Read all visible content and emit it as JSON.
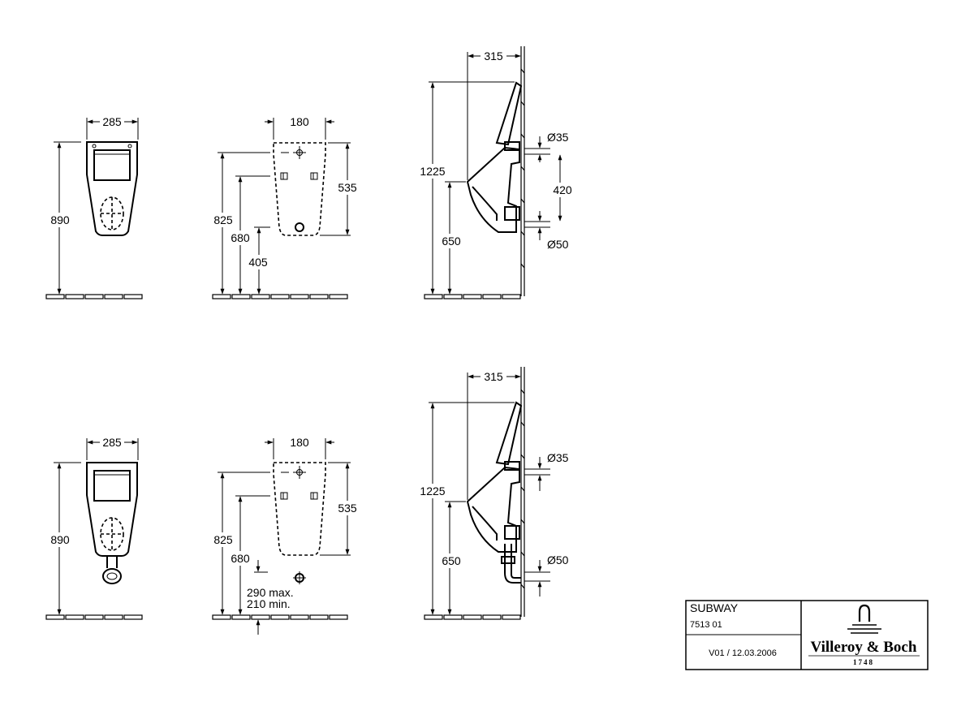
{
  "top_row": {
    "front": {
      "width": "285",
      "height": "890"
    },
    "rear": {
      "inlet_spacing": "180",
      "height_inlet": "825",
      "height_mount": "680",
      "height_outlet": "405",
      "outlet_span": "535"
    },
    "side": {
      "depth": "315",
      "height_top": "1225",
      "height_rim": "650",
      "inlet_diameter": "Ø35",
      "inlet_outlet_spacing": "420",
      "outlet_diameter": "Ø50"
    }
  },
  "bottom_row": {
    "front": {
      "width": "285",
      "height": "890"
    },
    "rear": {
      "inlet_spacing": "180",
      "height_inlet": "825",
      "height_mount": "680",
      "outlet_span": "535",
      "outlet_max": "290 max.",
      "outlet_min": "210 min."
    },
    "side": {
      "depth": "315",
      "height_top": "1225",
      "height_rim": "650",
      "inlet_diameter": "Ø35",
      "outlet_diameter": "Ø50"
    }
  },
  "title_block": {
    "product_name": "SUBWAY",
    "article_number": "7513 01",
    "version": "V01 / 12.03.2006",
    "brand": "Villeroy & Boch",
    "brand_year": "1748"
  },
  "icons": {
    "logo": "villeroy-boch-logo-icon",
    "arrow": "dimension-arrow-icon"
  },
  "colors": {
    "line": "#000000",
    "background": "#ffffff"
  }
}
